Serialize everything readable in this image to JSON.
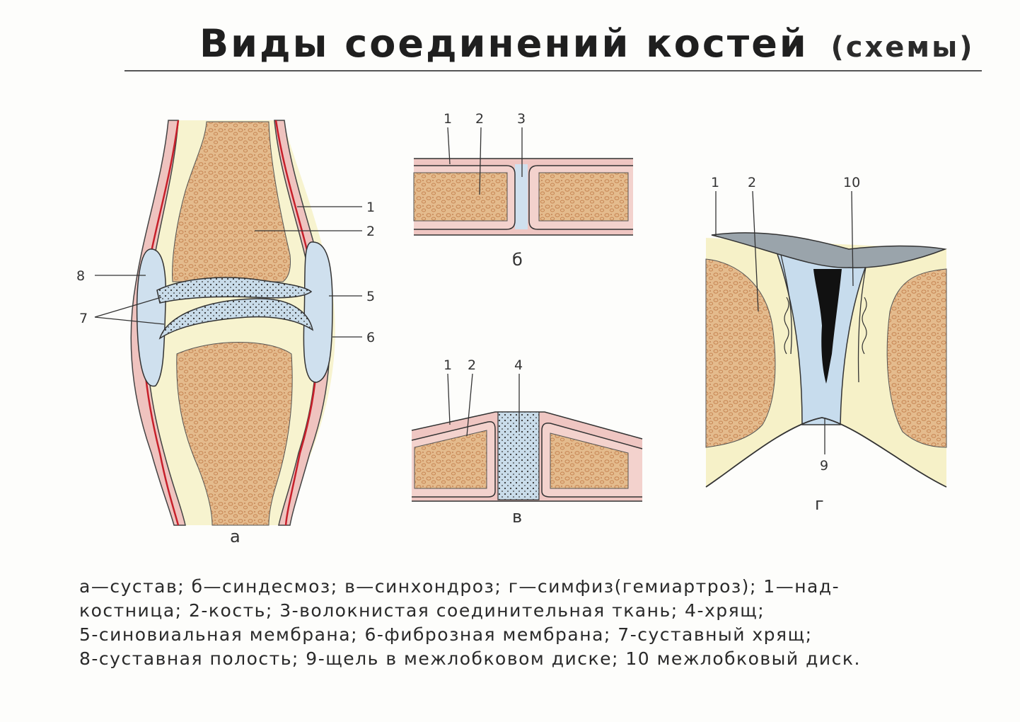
{
  "title": {
    "main": "Виды соединений костей",
    "sub": "(схемы)"
  },
  "colors": {
    "periosteum": "#efc6c2",
    "periosteum_outline": "#3a3a3a",
    "bone": "#e3b98a",
    "bone_spots": "#c98a58",
    "cartilage": "#c9dcea",
    "cavity": "#cfe0ee",
    "fibrous_red": "#cc1f2a",
    "tissue_bg": "#f6f1c8",
    "disc_cleft": "#111111",
    "disc_top": "#9da6ad"
  },
  "panels": {
    "a": {
      "caption": "а",
      "labels": {
        "l1": "1",
        "l2": "2",
        "l5": "5",
        "l6": "6",
        "l7": "7",
        "l8": "8"
      }
    },
    "b": {
      "caption": "б",
      "labels": {
        "l1": "1",
        "l2": "2",
        "l3": "3"
      }
    },
    "v": {
      "caption": "в",
      "labels": {
        "l1": "1",
        "l2": "2",
        "l4": "4"
      }
    },
    "g": {
      "caption": "г",
      "labels": {
        "l1": "1",
        "l2": "2",
        "l9": "9",
        "l10": "10"
      }
    }
  },
  "legend": {
    "line1": "а—сустав; б—синдесмоз; в—синхондроз; г—симфиз(гемиартроз); 1—над-",
    "line2": "костница; 2-кость; 3-волокнистая соединительная ткань; 4-хрящ;",
    "line3": "5-синовиальная мембрана; 6-фиброзная мембрана; 7-суставный хрящ;",
    "line4": "8-суставная полость; 9-щель в межлобковом диске; 10 межлобковый диск."
  }
}
